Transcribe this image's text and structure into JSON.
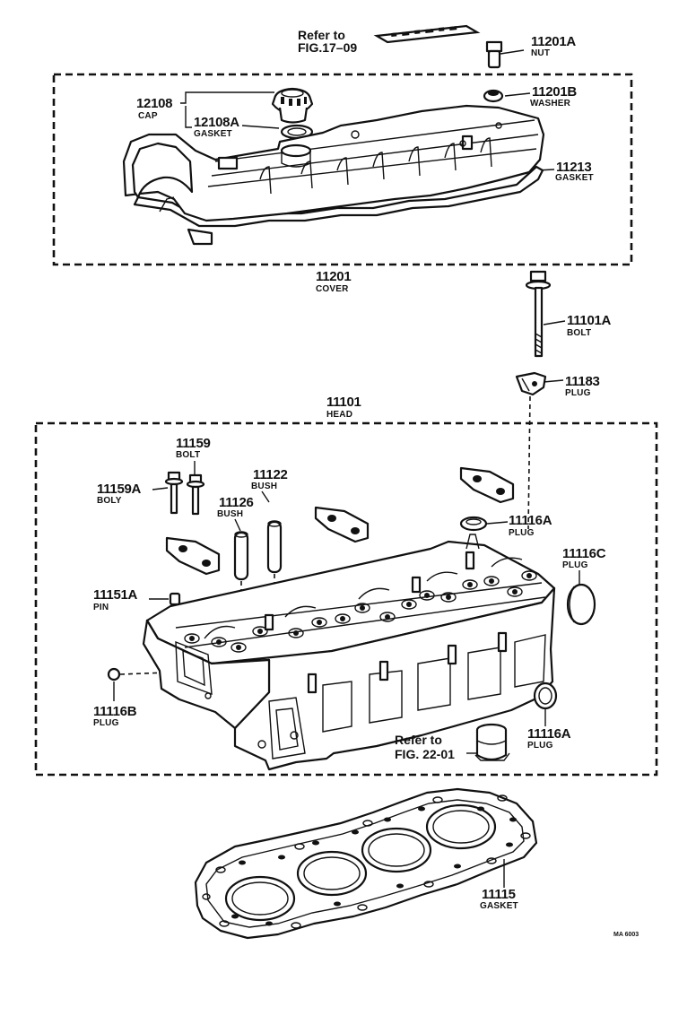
{
  "diagram": {
    "references": {
      "fig17": {
        "line1": "Refer to",
        "line2": "FIG.17–09"
      },
      "fig22": {
        "line1": "Refer to",
        "line2": "FIG. 22-01"
      }
    },
    "cover_group": {
      "number": "11201",
      "name": "COVER"
    },
    "head_group": {
      "number": "11101",
      "name": "HEAD"
    },
    "parts": {
      "p11201A": {
        "number": "11201A",
        "name": "NUT"
      },
      "p11201B": {
        "number": "11201B",
        "name": "WASHER"
      },
      "p12108": {
        "number": "12108",
        "name": "CAP"
      },
      "p12108A": {
        "number": "12108A",
        "name": "GASKET"
      },
      "p11213": {
        "number": "11213",
        "name": "GASKET"
      },
      "p11101A": {
        "number": "11101A",
        "name": "BOLT"
      },
      "p11183": {
        "number": "11183",
        "name": "PLUG"
      },
      "p11159": {
        "number": "11159",
        "name": "BOLT"
      },
      "p11159A": {
        "number": "11159A",
        "name": "BOLY"
      },
      "p11122": {
        "number": "11122",
        "name": "BUSH"
      },
      "p11126": {
        "number": "11126",
        "name": "BUSH"
      },
      "p11116A_top": {
        "number": "11116A",
        "name": "PLUG"
      },
      "p11116C": {
        "number": "11116C",
        "name": "PLUG"
      },
      "p11151A": {
        "number": "11151A",
        "name": "PIN"
      },
      "p11116B": {
        "number": "11116B",
        "name": "PLUG"
      },
      "p11116A_bottom": {
        "number": "11116A",
        "name": "PLUG"
      },
      "p11115": {
        "number": "11115",
        "name": "GASKET"
      }
    },
    "drawing_code": "MA 6003"
  }
}
